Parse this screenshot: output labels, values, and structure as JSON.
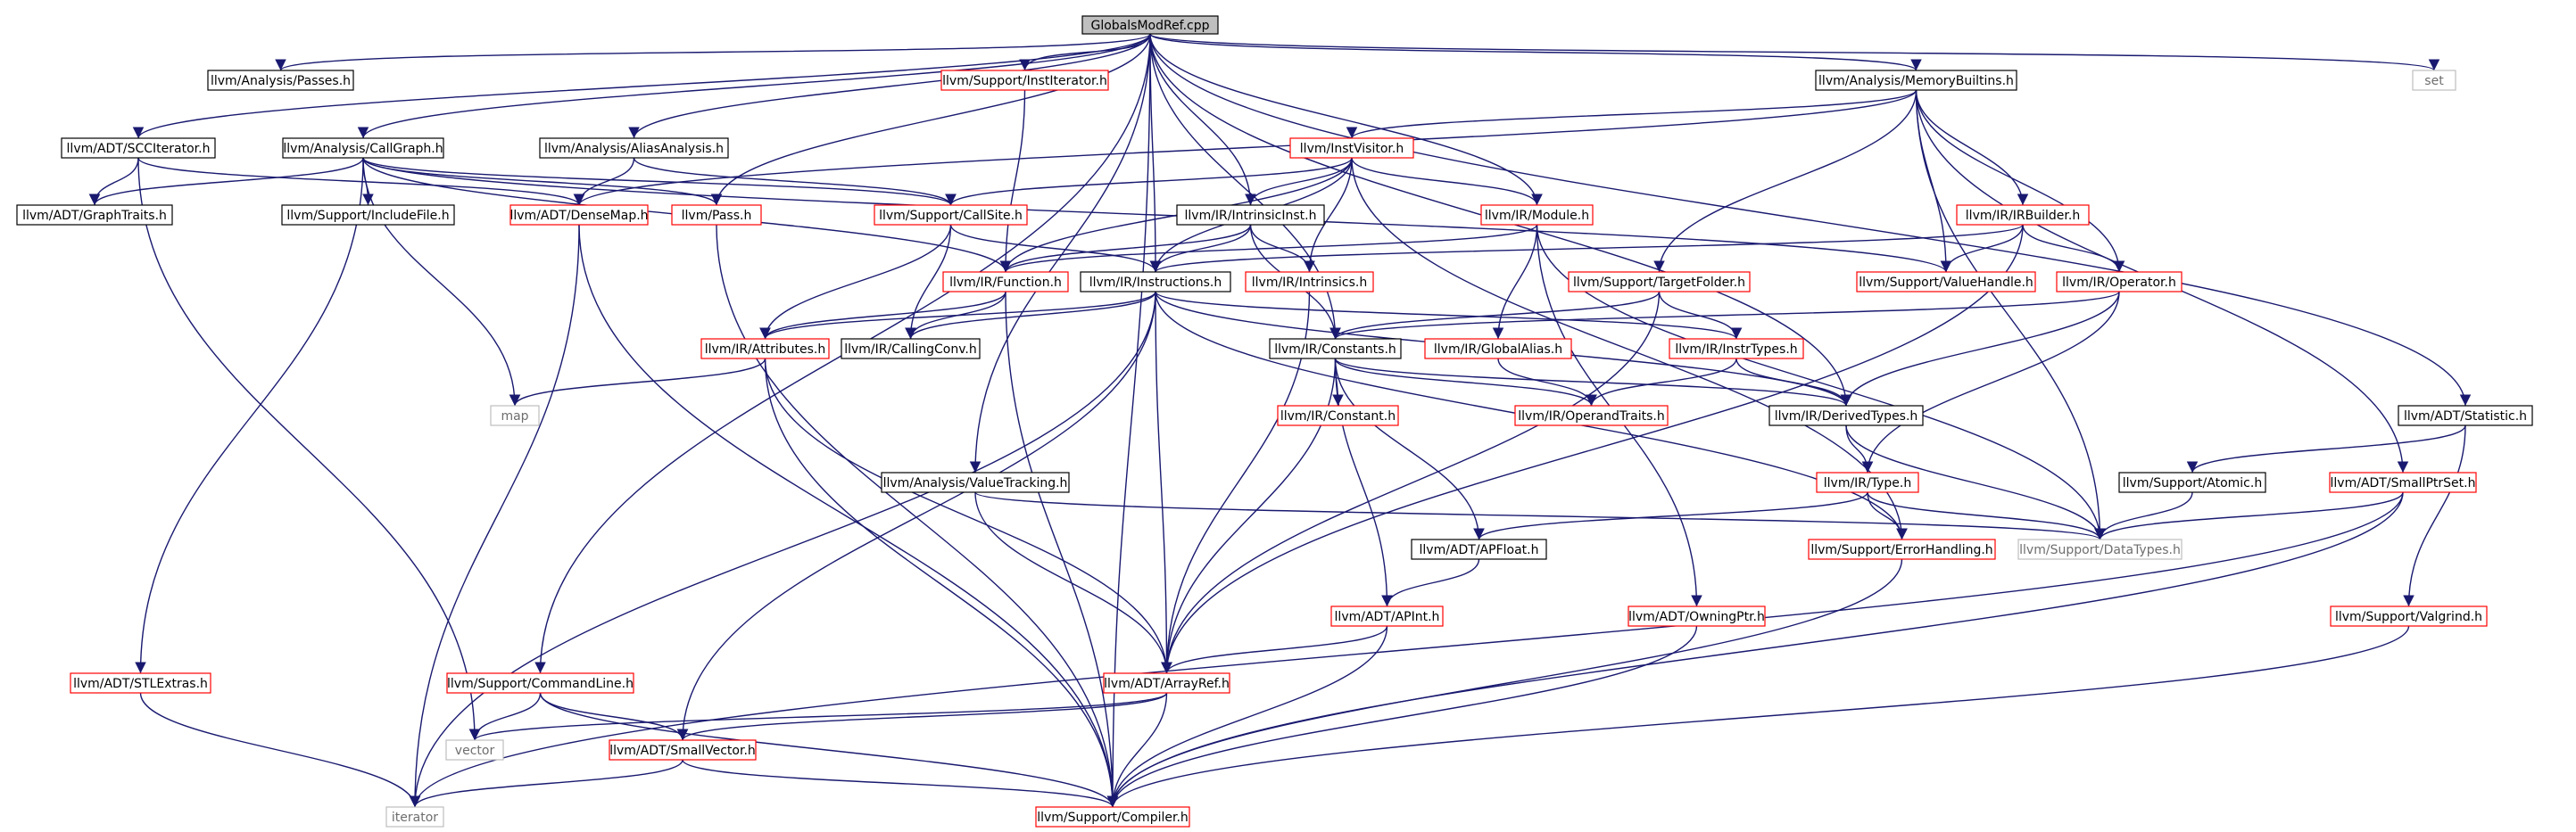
{
  "colors": {
    "edge": "#191970",
    "red_border": "#ff0000",
    "black_border": "#000000",
    "gray_border": "#bfbfbf",
    "root_fill": "#bfbfbf"
  },
  "nodes": [
    {
      "id": "root",
      "label": "GlobalsModRef.cpp",
      "style": "root"
    },
    {
      "id": "passes",
      "label": "llvm/Analysis/Passes.h",
      "style": "black"
    },
    {
      "id": "instit",
      "label": "llvm/Support/InstIterator.h",
      "style": "red"
    },
    {
      "id": "membuiltins",
      "label": "llvm/Analysis/MemoryBuiltins.h",
      "style": "black"
    },
    {
      "id": "set",
      "label": "set",
      "style": "gray"
    },
    {
      "id": "scciter",
      "label": "llvm/ADT/SCCIterator.h",
      "style": "black"
    },
    {
      "id": "callgraph",
      "label": "llvm/Analysis/CallGraph.h",
      "style": "black"
    },
    {
      "id": "aliasanalysis",
      "label": "llvm/Analysis/AliasAnalysis.h",
      "style": "black"
    },
    {
      "id": "instvisitor",
      "label": "llvm/InstVisitor.h",
      "style": "red"
    },
    {
      "id": "graphtraits",
      "label": "llvm/ADT/GraphTraits.h",
      "style": "black"
    },
    {
      "id": "includefile",
      "label": "llvm/Support/IncludeFile.h",
      "style": "black"
    },
    {
      "id": "densemap",
      "label": "llvm/ADT/DenseMap.h",
      "style": "red"
    },
    {
      "id": "pass",
      "label": "llvm/Pass.h",
      "style": "red"
    },
    {
      "id": "callsite",
      "label": "llvm/Support/CallSite.h",
      "style": "red"
    },
    {
      "id": "intrinsicinst",
      "label": "llvm/IR/IntrinsicInst.h",
      "style": "black"
    },
    {
      "id": "module",
      "label": "llvm/IR/Module.h",
      "style": "red"
    },
    {
      "id": "irbuilder",
      "label": "llvm/IR/IRBuilder.h",
      "style": "red"
    },
    {
      "id": "function",
      "label": "llvm/IR/Function.h",
      "style": "red"
    },
    {
      "id": "instructions",
      "label": "llvm/IR/Instructions.h",
      "style": "black"
    },
    {
      "id": "intrinsics",
      "label": "llvm/IR/Intrinsics.h",
      "style": "red"
    },
    {
      "id": "targetfolder",
      "label": "llvm/Support/TargetFolder.h",
      "style": "red"
    },
    {
      "id": "valuehandle",
      "label": "llvm/Support/ValueHandle.h",
      "style": "red"
    },
    {
      "id": "operator",
      "label": "llvm/IR/Operator.h",
      "style": "red"
    },
    {
      "id": "attributes",
      "label": "llvm/IR/Attributes.h",
      "style": "red"
    },
    {
      "id": "callingconv",
      "label": "llvm/IR/CallingConv.h",
      "style": "black"
    },
    {
      "id": "constants",
      "label": "llvm/IR/Constants.h",
      "style": "black"
    },
    {
      "id": "globalalias",
      "label": "llvm/IR/GlobalAlias.h",
      "style": "red"
    },
    {
      "id": "instrtypes",
      "label": "llvm/IR/InstrTypes.h",
      "style": "red"
    },
    {
      "id": "statistic",
      "label": "llvm/ADT/Statistic.h",
      "style": "black"
    },
    {
      "id": "map",
      "label": "map",
      "style": "gray"
    },
    {
      "id": "constant",
      "label": "llvm/IR/Constant.h",
      "style": "red"
    },
    {
      "id": "operandtraits",
      "label": "llvm/IR/OperandTraits.h",
      "style": "red"
    },
    {
      "id": "derivedtypes",
      "label": "llvm/IR/DerivedTypes.h",
      "style": "black"
    },
    {
      "id": "valuetracking",
      "label": "llvm/Analysis/ValueTracking.h",
      "style": "black"
    },
    {
      "id": "type",
      "label": "llvm/IR/Type.h",
      "style": "red"
    },
    {
      "id": "atomic",
      "label": "llvm/Support/Atomic.h",
      "style": "black"
    },
    {
      "id": "smallptrset",
      "label": "llvm/ADT/SmallPtrSet.h",
      "style": "red"
    },
    {
      "id": "apfloat",
      "label": "llvm/ADT/APFloat.h",
      "style": "black"
    },
    {
      "id": "errorhandling",
      "label": "llvm/Support/ErrorHandling.h",
      "style": "red"
    },
    {
      "id": "datatypes",
      "label": "llvm/Support/DataTypes.h",
      "style": "gray"
    },
    {
      "id": "apint",
      "label": "llvm/ADT/APInt.h",
      "style": "red"
    },
    {
      "id": "owningptr",
      "label": "llvm/ADT/OwningPtr.h",
      "style": "red"
    },
    {
      "id": "valgrind",
      "label": "llvm/Support/Valgrind.h",
      "style": "red"
    },
    {
      "id": "stlextras",
      "label": "llvm/ADT/STLExtras.h",
      "style": "red"
    },
    {
      "id": "commandline",
      "label": "llvm/Support/CommandLine.h",
      "style": "red"
    },
    {
      "id": "arrayref",
      "label": "llvm/ADT/ArrayRef.h",
      "style": "red"
    },
    {
      "id": "vector",
      "label": "vector",
      "style": "gray"
    },
    {
      "id": "smallvector",
      "label": "llvm/ADT/SmallVector.h",
      "style": "red"
    },
    {
      "id": "iterator",
      "label": "iterator",
      "style": "gray"
    },
    {
      "id": "compiler",
      "label": "llvm/Support/Compiler.h",
      "style": "red"
    }
  ],
  "edges": [
    [
      "root",
      "passes"
    ],
    [
      "root",
      "instit"
    ],
    [
      "root",
      "membuiltins"
    ],
    [
      "root",
      "set"
    ],
    [
      "root",
      "scciter"
    ],
    [
      "root",
      "callgraph"
    ],
    [
      "root",
      "aliasanalysis"
    ],
    [
      "root",
      "pass"
    ],
    [
      "root",
      "intrinsicinst"
    ],
    [
      "root",
      "module"
    ],
    [
      "root",
      "instructions"
    ],
    [
      "root",
      "constants"
    ],
    [
      "root",
      "derivedtypes"
    ],
    [
      "root",
      "statistic"
    ],
    [
      "root",
      "valuetracking"
    ],
    [
      "root",
      "commandline"
    ],
    [
      "root",
      "compiler"
    ],
    [
      "instit",
      "function"
    ],
    [
      "membuiltins",
      "instvisitor"
    ],
    [
      "membuiltins",
      "densemap"
    ],
    [
      "membuiltins",
      "targetfolder"
    ],
    [
      "membuiltins",
      "valuehandle"
    ],
    [
      "membuiltins",
      "irbuilder"
    ],
    [
      "membuiltins",
      "operator"
    ],
    [
      "membuiltins",
      "datatypes"
    ],
    [
      "membuiltins",
      "smallptrset"
    ],
    [
      "scciter",
      "graphtraits"
    ],
    [
      "scciter",
      "densemap"
    ],
    [
      "scciter",
      "vector"
    ],
    [
      "callgraph",
      "graphtraits"
    ],
    [
      "callgraph",
      "includefile"
    ],
    [
      "callgraph",
      "pass"
    ],
    [
      "callgraph",
      "callsite"
    ],
    [
      "callgraph",
      "function"
    ],
    [
      "callgraph",
      "valuehandle"
    ],
    [
      "callgraph",
      "map"
    ],
    [
      "callgraph",
      "stlextras"
    ],
    [
      "aliasanalysis",
      "densemap"
    ],
    [
      "aliasanalysis",
      "callsite"
    ],
    [
      "instvisitor",
      "callsite"
    ],
    [
      "instvisitor",
      "intrinsicinst"
    ],
    [
      "instvisitor",
      "module"
    ],
    [
      "instvisitor",
      "function"
    ],
    [
      "instvisitor",
      "instructions"
    ],
    [
      "instvisitor",
      "intrinsics"
    ],
    [
      "instvisitor",
      "errorhandling"
    ],
    [
      "densemap",
      "compiler"
    ],
    [
      "densemap",
      "iterator"
    ],
    [
      "pass",
      "compiler"
    ],
    [
      "callsite",
      "instructions"
    ],
    [
      "callsite",
      "attributes"
    ],
    [
      "callsite",
      "callingconv"
    ],
    [
      "intrinsicinst",
      "function"
    ],
    [
      "intrinsicinst",
      "instructions"
    ],
    [
      "intrinsicinst",
      "intrinsics"
    ],
    [
      "intrinsicinst",
      "constants"
    ],
    [
      "module",
      "function"
    ],
    [
      "module",
      "globalalias"
    ],
    [
      "module",
      "owningptr"
    ],
    [
      "module",
      "datatypes"
    ],
    [
      "irbuilder",
      "instructions"
    ],
    [
      "irbuilder",
      "valuehandle"
    ],
    [
      "irbuilder",
      "operator"
    ],
    [
      "irbuilder",
      "arrayref"
    ],
    [
      "function",
      "attributes"
    ],
    [
      "function",
      "callingconv"
    ],
    [
      "function",
      "compiler"
    ],
    [
      "instructions",
      "attributes"
    ],
    [
      "instructions",
      "callingconv"
    ],
    [
      "instructions",
      "instrtypes"
    ],
    [
      "instructions",
      "derivedtypes"
    ],
    [
      "instructions",
      "arrayref"
    ],
    [
      "instructions",
      "errorhandling"
    ],
    [
      "instructions",
      "smallvector"
    ],
    [
      "instructions",
      "iterator"
    ],
    [
      "intrinsics",
      "arrayref"
    ],
    [
      "targetfolder",
      "constants"
    ],
    [
      "targetfolder",
      "instrtypes"
    ],
    [
      "targetfolder",
      "arrayref"
    ],
    [
      "operator",
      "constants"
    ],
    [
      "operator",
      "derivedtypes"
    ],
    [
      "operator",
      "type"
    ],
    [
      "attributes",
      "map"
    ],
    [
      "attributes",
      "arrayref"
    ],
    [
      "attributes",
      "compiler"
    ],
    [
      "constants",
      "constant"
    ],
    [
      "constants",
      "operandtraits"
    ],
    [
      "constants",
      "apint"
    ],
    [
      "constants",
      "apfloat"
    ],
    [
      "constants",
      "derivedtypes"
    ],
    [
      "constants",
      "arrayref"
    ],
    [
      "globalalias",
      "operandtraits"
    ],
    [
      "instrtypes",
      "operandtraits"
    ],
    [
      "instrtypes",
      "derivedtypes"
    ],
    [
      "statistic",
      "atomic"
    ],
    [
      "statistic",
      "valgrind"
    ],
    [
      "derivedtypes",
      "type"
    ],
    [
      "derivedtypes",
      "datatypes"
    ],
    [
      "valuetracking",
      "datatypes"
    ],
    [
      "valuetracking",
      "arrayref"
    ],
    [
      "type",
      "apfloat"
    ],
    [
      "type",
      "errorhandling"
    ],
    [
      "type",
      "datatypes"
    ],
    [
      "atomic",
      "datatypes"
    ],
    [
      "smallptrset",
      "datatypes"
    ],
    [
      "smallptrset",
      "compiler"
    ],
    [
      "smallptrset",
      "iterator"
    ],
    [
      "apfloat",
      "apint"
    ],
    [
      "errorhandling",
      "compiler"
    ],
    [
      "apint",
      "arrayref"
    ],
    [
      "apint",
      "compiler"
    ],
    [
      "owningptr",
      "compiler"
    ],
    [
      "valgrind",
      "compiler"
    ],
    [
      "stlextras",
      "iterator"
    ],
    [
      "commandline",
      "vector"
    ],
    [
      "commandline",
      "smallvector"
    ],
    [
      "commandline",
      "compiler"
    ],
    [
      "arrayref",
      "vector"
    ],
    [
      "arrayref",
      "smallvector"
    ],
    [
      "arrayref",
      "compiler"
    ],
    [
      "smallvector",
      "compiler"
    ],
    [
      "smallvector",
      "iterator"
    ]
  ]
}
